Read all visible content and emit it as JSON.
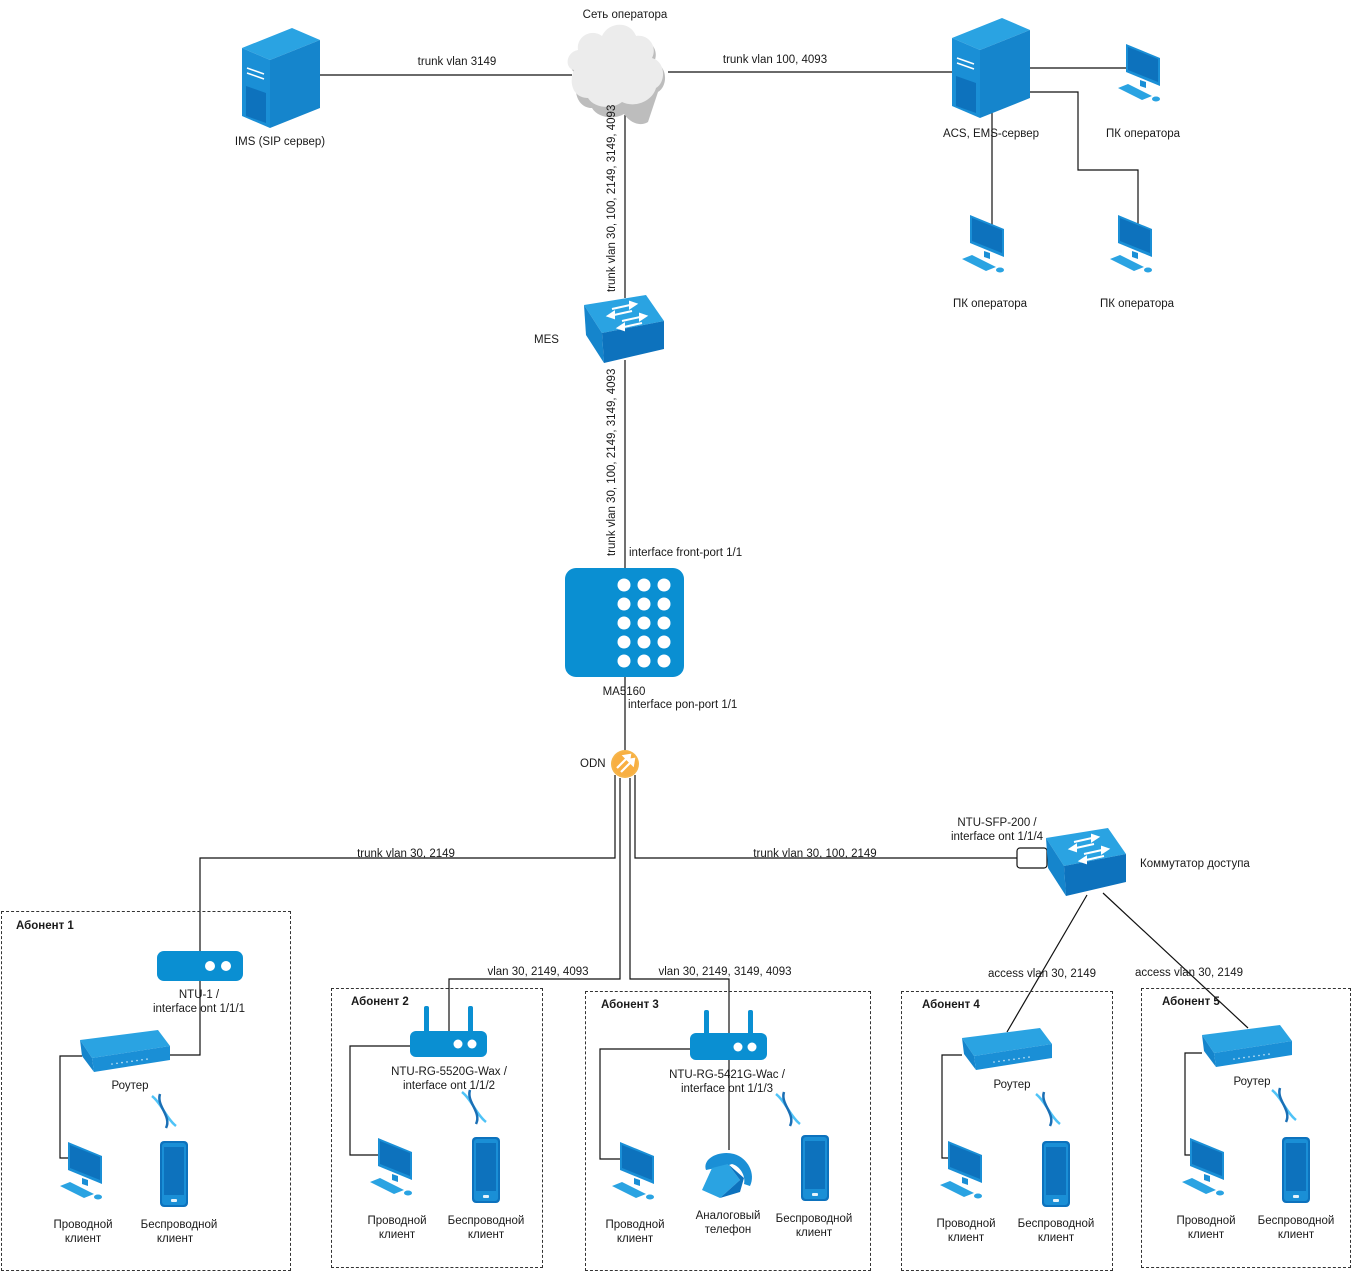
{
  "nodes": {
    "operator_network": "Сеть оператора",
    "ims": "IMS (SIP сервер)",
    "acs": "ACS, EMS-сервер",
    "pc_operator": "ПК оператора",
    "mes": "MES",
    "olt": "MA5160",
    "odn": "ODN",
    "access_switch": "Коммутатор доступа",
    "ntu_sfp": [
      "NTU-SFP-200 /",
      "interface ont 1/1/4"
    ],
    "ntu1": [
      "NTU-1 /",
      "interface ont 1/1/1"
    ],
    "ntu_rg_5520": [
      "NTU-RG-5520G-Wax /",
      "interface ont 1/1/2"
    ],
    "ntu_rg_5421": [
      "NTU-RG-5421G-Wac /",
      "interface ont 1/1/3"
    ],
    "router": "Роутер",
    "wired_client": [
      "Проводной",
      "клиент"
    ],
    "wireless_client": [
      "Беспроводной",
      "клиент"
    ],
    "analog_phone": [
      "Аналоговый",
      "телефон"
    ]
  },
  "links": {
    "ims_trunk": "trunk vlan 3149",
    "acs_trunk": "trunk vlan 100, 4093",
    "cloud_mes": "trunk vlan 30, 100, 2149, 3149, 4093",
    "mes_olt": "trunk vlan 30, 100, 2149, 3149, 4093",
    "front_port": "interface front-port 1/1",
    "pon_port": "interface pon-port 1/1",
    "sub1": "trunk vlan 30, 2149",
    "sub2": "vlan 30, 2149, 4093",
    "sub3": "vlan 30, 2149, 3149, 4093",
    "sfp": "trunk vlan 30, 100, 2149",
    "access4": "access vlan 30, 2149",
    "access5": "access vlan 30, 2149"
  },
  "subscribers": [
    {
      "title": "Абонент 1"
    },
    {
      "title": "Абонент 2"
    },
    {
      "title": "Абонент 3"
    },
    {
      "title": "Абонент 4"
    },
    {
      "title": "Абонент 5"
    }
  ],
  "colors": {
    "device_blue": "#1a8fd6",
    "device_dark": "#0d72bd",
    "device_light": "#2aa3e2",
    "odn_orange": "#f6b54a",
    "cloud_gray": "#d9d9d9"
  }
}
